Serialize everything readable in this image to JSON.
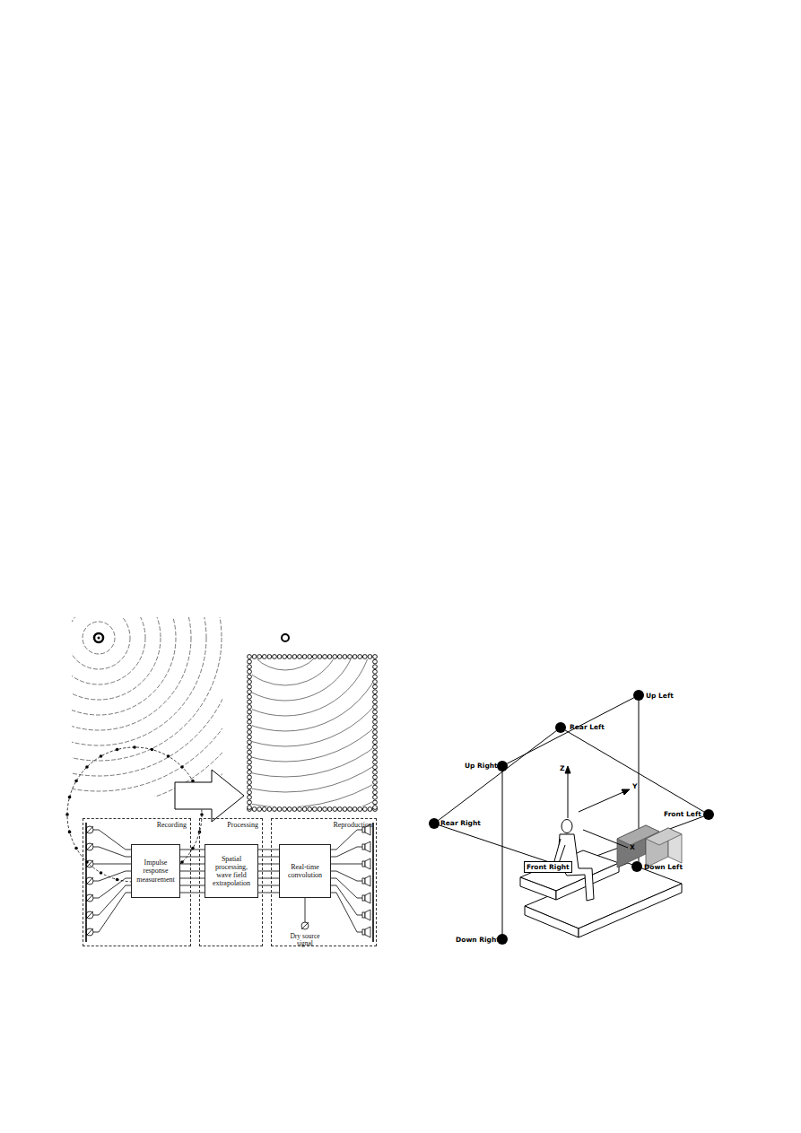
{
  "diagram": {
    "nodes": [
      {
        "text": [
          "Recording"
        ]
      },
      {
        "text": [
          "Impulse response measurement"
        ],
        "in": 0
      },
      {
        "text": [
          "Processing"
        ]
      },
      {
        "text": [
          "Spatial processing, wave field extrapolation"
        ],
        "in": 2
      },
      {
        "text": [
          "Reproduction"
        ]
      },
      {
        "text": [
          "Real-time convolution"
        ],
        "in": 4
      }
    ],
    "edges": [
      {
        "from": 1,
        "to": 3,
        "arrow": "none"
      },
      {
        "from": 3,
        "to": 5,
        "arrow": "none"
      }
    ],
    "labels": [
      "Dry source signal",
      "Up Left",
      "Rear Left",
      "Up Right",
      "Z",
      "Y",
      "Rear Right",
      "Front Left",
      "X",
      "Down Left",
      "Front Right",
      "Down Right"
    ]
  }
}
